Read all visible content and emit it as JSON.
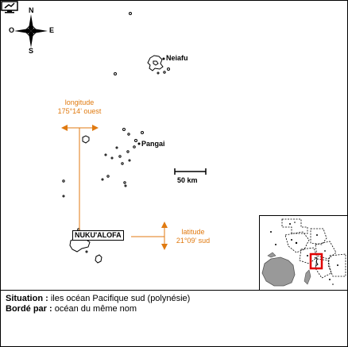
{
  "compass": {
    "north": "N",
    "south": "S",
    "east": "E",
    "west": "O"
  },
  "places": {
    "neiafu": "Neiafu",
    "pangai": "Pangai",
    "capital": "NUKU'ALOFA"
  },
  "scale": {
    "label": "50 km"
  },
  "longitude": {
    "line1": "longitude",
    "line2": "175°14' ouest"
  },
  "latitude": {
    "line1": "latitude",
    "line2": "21°09' sud"
  },
  "info": {
    "situation_label": "Situation :",
    "situation_value": " iles océan Pacifique sud (polynésie)",
    "borders_label": "Bordé par :",
    "borders_value": " océan du même nom"
  },
  "colors": {
    "accent": "#e07a10",
    "highlight": "#e00000",
    "land": "#999999"
  },
  "icons": {
    "compass": "compass-rose-icon",
    "screen": "monitor-icon"
  }
}
